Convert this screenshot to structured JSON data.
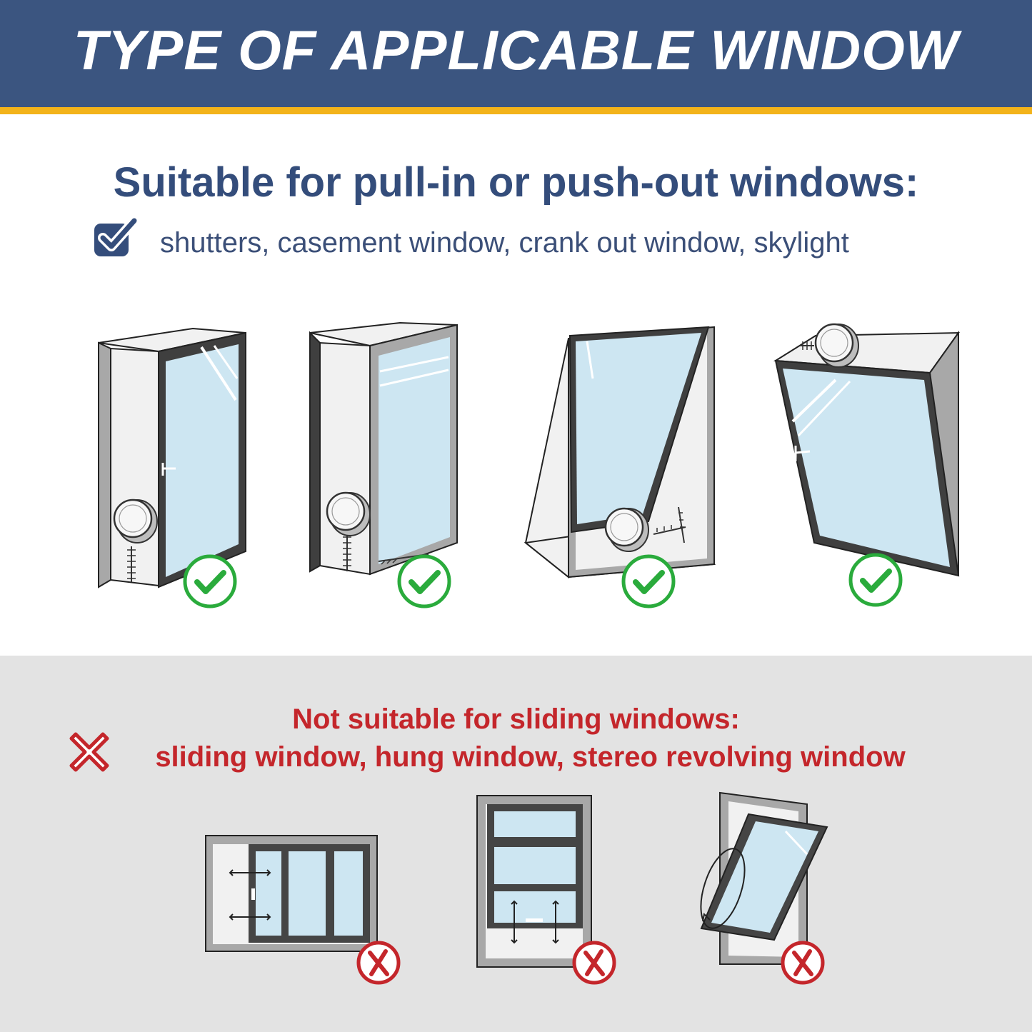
{
  "banner": {
    "title": "TYPE OF APPLICABLE WINDOW",
    "bg_color": "#3b5580",
    "stripe_color": "#f3b31a"
  },
  "suitable": {
    "heading": "Suitable for pull-in or push-out windows:",
    "list": "shutters, casement window, crank out window, skylight",
    "icon": "checkbox-check-icon",
    "text_color": "#344d7b"
  },
  "not_suitable": {
    "heading": "Not suitable for sliding windows:",
    "list": "sliding window, hung window, stereo revolving window",
    "icon": "cross-icon",
    "text_color": "#c4262b",
    "section_bg": "#e3e3e3"
  },
  "suitable_windows": [
    {
      "name": "shutter-window-illustration",
      "status": "ok"
    },
    {
      "name": "casement-window-illustration",
      "status": "ok"
    },
    {
      "name": "crank-out-window-illustration",
      "status": "ok"
    },
    {
      "name": "skylight-window-illustration",
      "status": "ok"
    }
  ],
  "unsuitable_windows": [
    {
      "name": "sliding-window-illustration",
      "status": "no"
    },
    {
      "name": "hung-window-illustration",
      "status": "no"
    },
    {
      "name": "stereo-revolving-window-illustration",
      "status": "no"
    }
  ],
  "colors": {
    "glass": "#cde6f2",
    "frame_dark": "#454545",
    "frame_light": "#a8a8a8",
    "cloth": "#f1f1f1",
    "ok_green": "#2aab3c",
    "no_red": "#c4262b"
  }
}
